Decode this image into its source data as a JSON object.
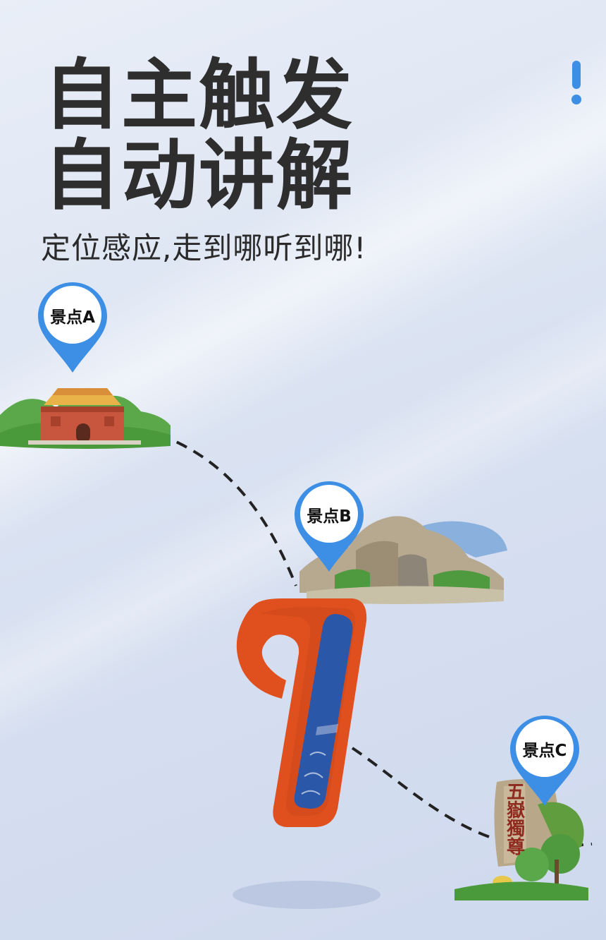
{
  "headline": {
    "line1": "自主触发",
    "line2": "自动讲解",
    "subtitle": "定位感应,走到哪听到哪!"
  },
  "spots": [
    {
      "label": "景点A"
    },
    {
      "label": "景点B"
    },
    {
      "label": "景点C"
    }
  ],
  "stone_inscription": "五嶽獨尊",
  "colors": {
    "pin_blue": "#3d8fe6",
    "title_text": "#2e2e2e",
    "device_orange": "#e0501f",
    "device_panel": "#2b57a8",
    "exclamation": "#3d8fe6"
  },
  "icons": [
    "exclamation-icon",
    "location-pin-icon"
  ]
}
